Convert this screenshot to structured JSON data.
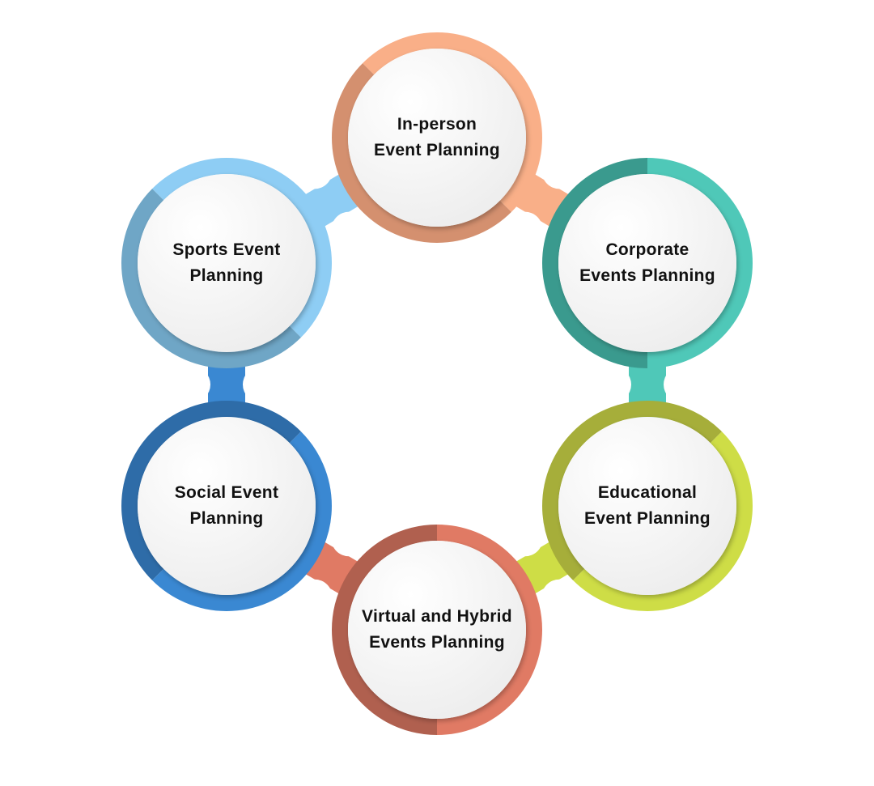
{
  "nodes": [
    {
      "label": "In-person Event Planning",
      "lines": [
        "In-person",
        "Event Planning"
      ],
      "light": "#F9AF88",
      "dark": "#D4906F"
    },
    {
      "label": "Corporate Events Planning",
      "lines": [
        "Corporate",
        "Events Planning"
      ],
      "light": "#4FC8B8",
      "dark": "#3A9A8E"
    },
    {
      "label": "Educational Event Planning",
      "lines": [
        "Educational",
        "Event Planning"
      ],
      "light": "#CEDD46",
      "dark": "#A6AE3A"
    },
    {
      "label": "Virtual and Hybrid Events Planning",
      "lines": [
        "Virtual and Hybrid",
        "Events Planning"
      ],
      "light": "#E07A64",
      "dark": "#B0604F"
    },
    {
      "label": "Social Event Planning",
      "lines": [
        "Social Event",
        "Planning"
      ],
      "light": "#3A88D2",
      "dark": "#2E6CA8"
    },
    {
      "label": "Sports Event Planning",
      "lines": [
        "Sports Event",
        "Planning"
      ],
      "light": "#8ECDF4",
      "dark": "#6FA6C6"
    }
  ]
}
